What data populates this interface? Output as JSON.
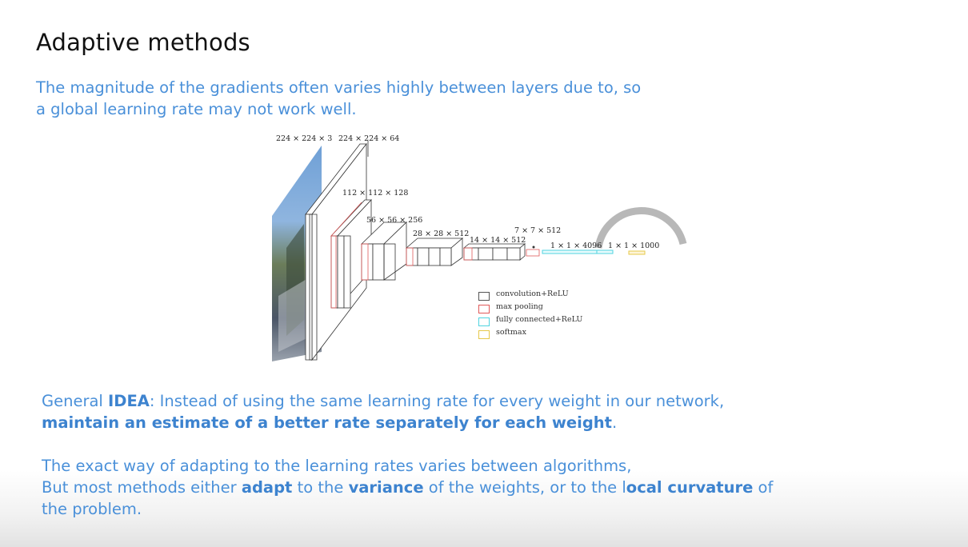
{
  "slide": {
    "title": "Adaptive methods",
    "intro_line1": "The magnitude of the gradients often varies highly between layers due to,  so",
    "intro_line2": "a global learning rate may not work well."
  },
  "figure": {
    "labels": {
      "input": "224 × 224 × 3",
      "conv1": "224 × 224 × 64",
      "conv2": "112 × 112 × 128",
      "conv3": "56 × 56 × 256",
      "conv4": "28 × 28 × 512",
      "conv5": "14 × 14 × 512",
      "pool5": "7 × 7 × 512",
      "fc": "1 × 1 × 4096",
      "softmax": "1 × 1 × 1000"
    },
    "legend": [
      {
        "label": "convolution+ReLU",
        "color": "#555555"
      },
      {
        "label": "max pooling",
        "color": "#e05a5a"
      },
      {
        "label": "fully connected+ReLU",
        "color": "#4fd3e0"
      },
      {
        "label": "softmax",
        "color": "#e6c84a"
      }
    ]
  },
  "idea": {
    "prefix": "General ",
    "keyword": "IDEA",
    "rest": ": Instead of using the same learning rate for every weight in our network,",
    "line2_bold": "maintain an estimate of a better rate separately for each weight",
    "line2_end": "."
  },
  "methods": {
    "line1": "The exact way of adapting to the learning rates varies between algorithms,",
    "line2_a": "But most methods either ",
    "line2_adapt": "adapt",
    "line2_b": " to the ",
    "line2_variance": "variance",
    "line2_c": " of the weights, or to the l",
    "line2_local": "ocal curvature",
    "line2_d": " of",
    "line3": "the problem."
  }
}
